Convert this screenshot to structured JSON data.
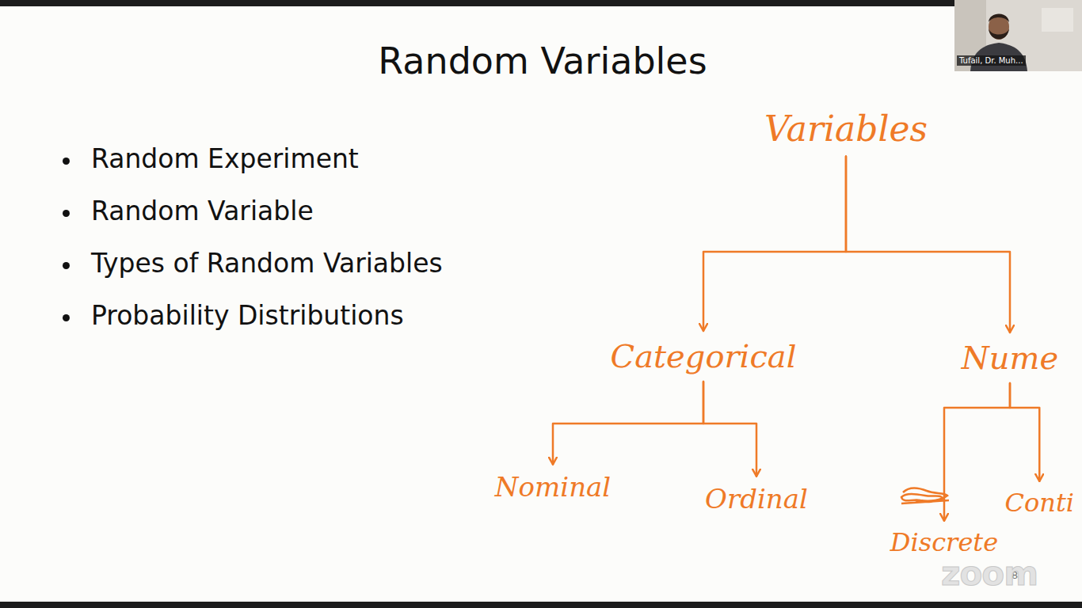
{
  "diagram": {
    "title": "Random Variables",
    "nodes": [
      {
        "text": [
          "Variables"
        ]
      },
      {
        "text": [
          "Categorical"
        ]
      },
      {
        "text": [
          "Nume"
        ]
      },
      {
        "text": [
          "Nominal"
        ]
      },
      {
        "text": [
          "Ordinal"
        ]
      },
      {
        "text": [
          "Discrete"
        ]
      },
      {
        "text": [
          "Conti"
        ]
      }
    ],
    "edges": [
      {
        "from": 0,
        "to": 1,
        "arrow": "to"
      },
      {
        "from": 0,
        "to": 2,
        "arrow": "to"
      },
      {
        "from": 1,
        "to": 3,
        "arrow": "to"
      },
      {
        "from": 1,
        "to": 4,
        "arrow": "to"
      },
      {
        "from": 2,
        "to": 5,
        "arrow": "to"
      },
      {
        "from": 2,
        "to": 6,
        "arrow": "to"
      }
    ],
    "labels": [
      "Random Experiment",
      "Random Variable",
      "Types of Random Variables",
      "Probability Distributions",
      "Tufail, Dr. Muh...",
      "84",
      "zoom"
    ]
  }
}
